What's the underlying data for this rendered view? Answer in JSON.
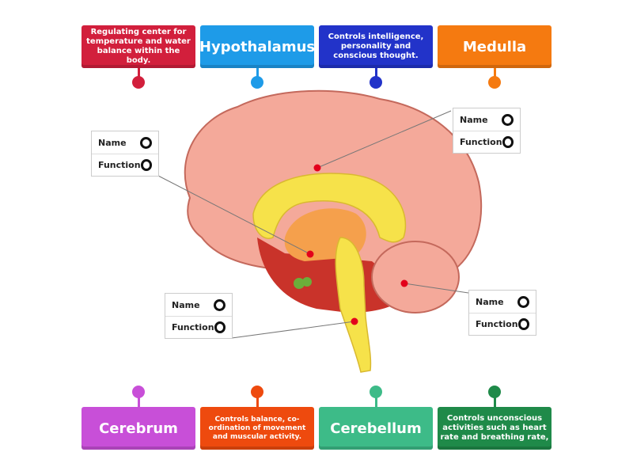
{
  "top_tiles": [
    {
      "text": "Regulating center for temperature and water balance within the body.",
      "color": "#d21f3c"
    },
    {
      "text": "Hypothalamus",
      "color": "#1e9be8"
    },
    {
      "text": "Controls intelligence, personality and conscious thought.",
      "color": "#2233c9"
    },
    {
      "text": "Medulla",
      "color": "#f57a10"
    }
  ],
  "bottom_tiles": [
    {
      "text": "Cerebrum",
      "color": "#c84fd8"
    },
    {
      "text": "Controls balance, co-ordination of movement and muscular activity.",
      "color": "#ee4a0e"
    },
    {
      "text": "Cerebellum",
      "color": "#3dbb88"
    },
    {
      "text": "Controls unconscious activities such as heart rate and breathing rate,",
      "color": "#1f8a49"
    }
  ],
  "label_box": {
    "name": "Name",
    "function": "Function"
  }
}
